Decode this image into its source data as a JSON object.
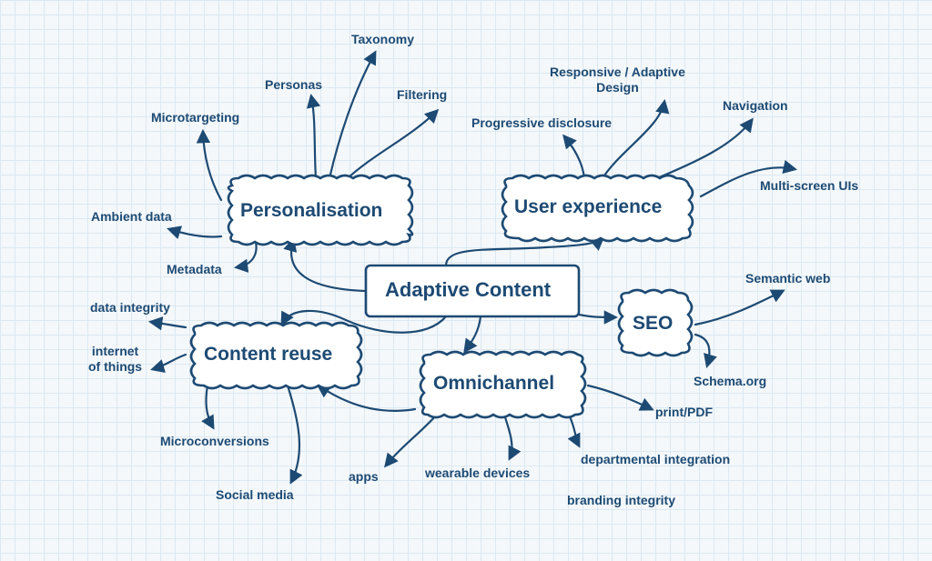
{
  "center": {
    "label": "Adaptive Content"
  },
  "hubs": {
    "personalisation": "Personalisation",
    "user_experience": "User experience",
    "seo": "SEO",
    "content_reuse": "Content reuse",
    "omnichannel": "Omnichannel"
  },
  "personalisation_items": {
    "taxonomy": "Taxonomy",
    "personas": "Personas",
    "filtering": "Filtering",
    "microtargeting": "Microtargeting",
    "ambient_data": "Ambient data",
    "metadata": "Metadata"
  },
  "user_experience_items": {
    "responsive_line1": "Responsive / Adaptive",
    "responsive_line2": "Design",
    "progressive_disclosure": "Progressive disclosure",
    "navigation": "Navigation",
    "multi_screen": "Multi-screen UIs"
  },
  "seo_items": {
    "semantic_web": "Semantic web",
    "schema_org": "Schema.org"
  },
  "content_reuse_items": {
    "data_integrity": "data integrity",
    "iot_line1": "internet",
    "iot_line2": "of things",
    "microconversions": "Microconversions",
    "social_media": "Social media"
  },
  "omnichannel_items": {
    "apps": "apps",
    "wearable_devices": "wearable devices",
    "departmental_integration": "departmental integration",
    "print_pdf": "print/PDF",
    "branding_integrity": "branding integrity"
  },
  "colors": {
    "ink": "#1d4a73",
    "background": "#f4f8fb",
    "grid": "#dde8f0",
    "node_fill": "#ffffff"
  }
}
